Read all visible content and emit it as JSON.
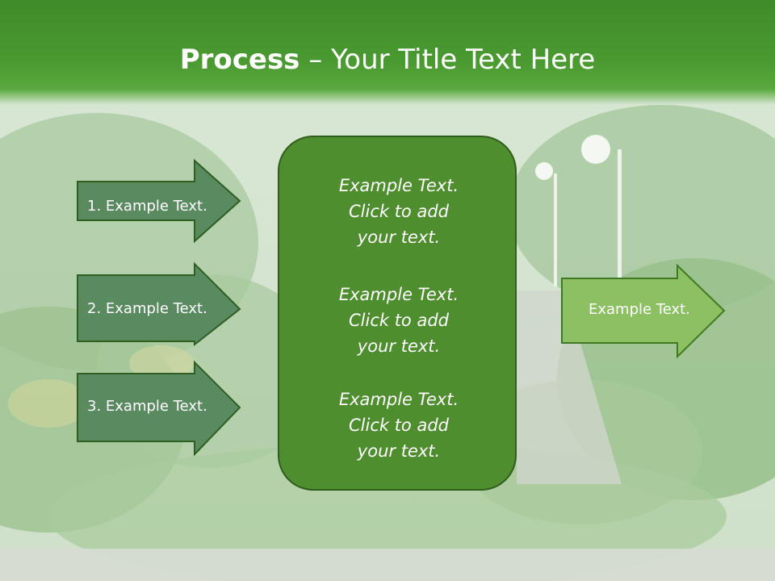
{
  "title": {
    "bold": "Process",
    "rest": " – Your Title Text Here"
  },
  "left_steps": [
    {
      "label": "1. Example Text."
    },
    {
      "label": "2. Example Text."
    },
    {
      "label": "3. Example Text."
    }
  ],
  "center_blocks": [
    {
      "line1": "Example Text.",
      "line2": "Click  to add",
      "line3": "your text."
    },
    {
      "line1": "Example Text.",
      "line2": "Click  to add",
      "line3": "your text."
    },
    {
      "line1": "Example Text.",
      "line2": "Click  to add",
      "line3": "your text."
    }
  ],
  "right_arrow": {
    "label": "Example Text."
  },
  "colors": {
    "header": "#4a9a31",
    "left_arrow_fill": "#5a8a60",
    "left_arrow_stroke": "#2f5e22",
    "center_fill": "#4f8e2f",
    "right_arrow_fill": "#8cc063",
    "right_arrow_stroke": "#3f7a22"
  }
}
